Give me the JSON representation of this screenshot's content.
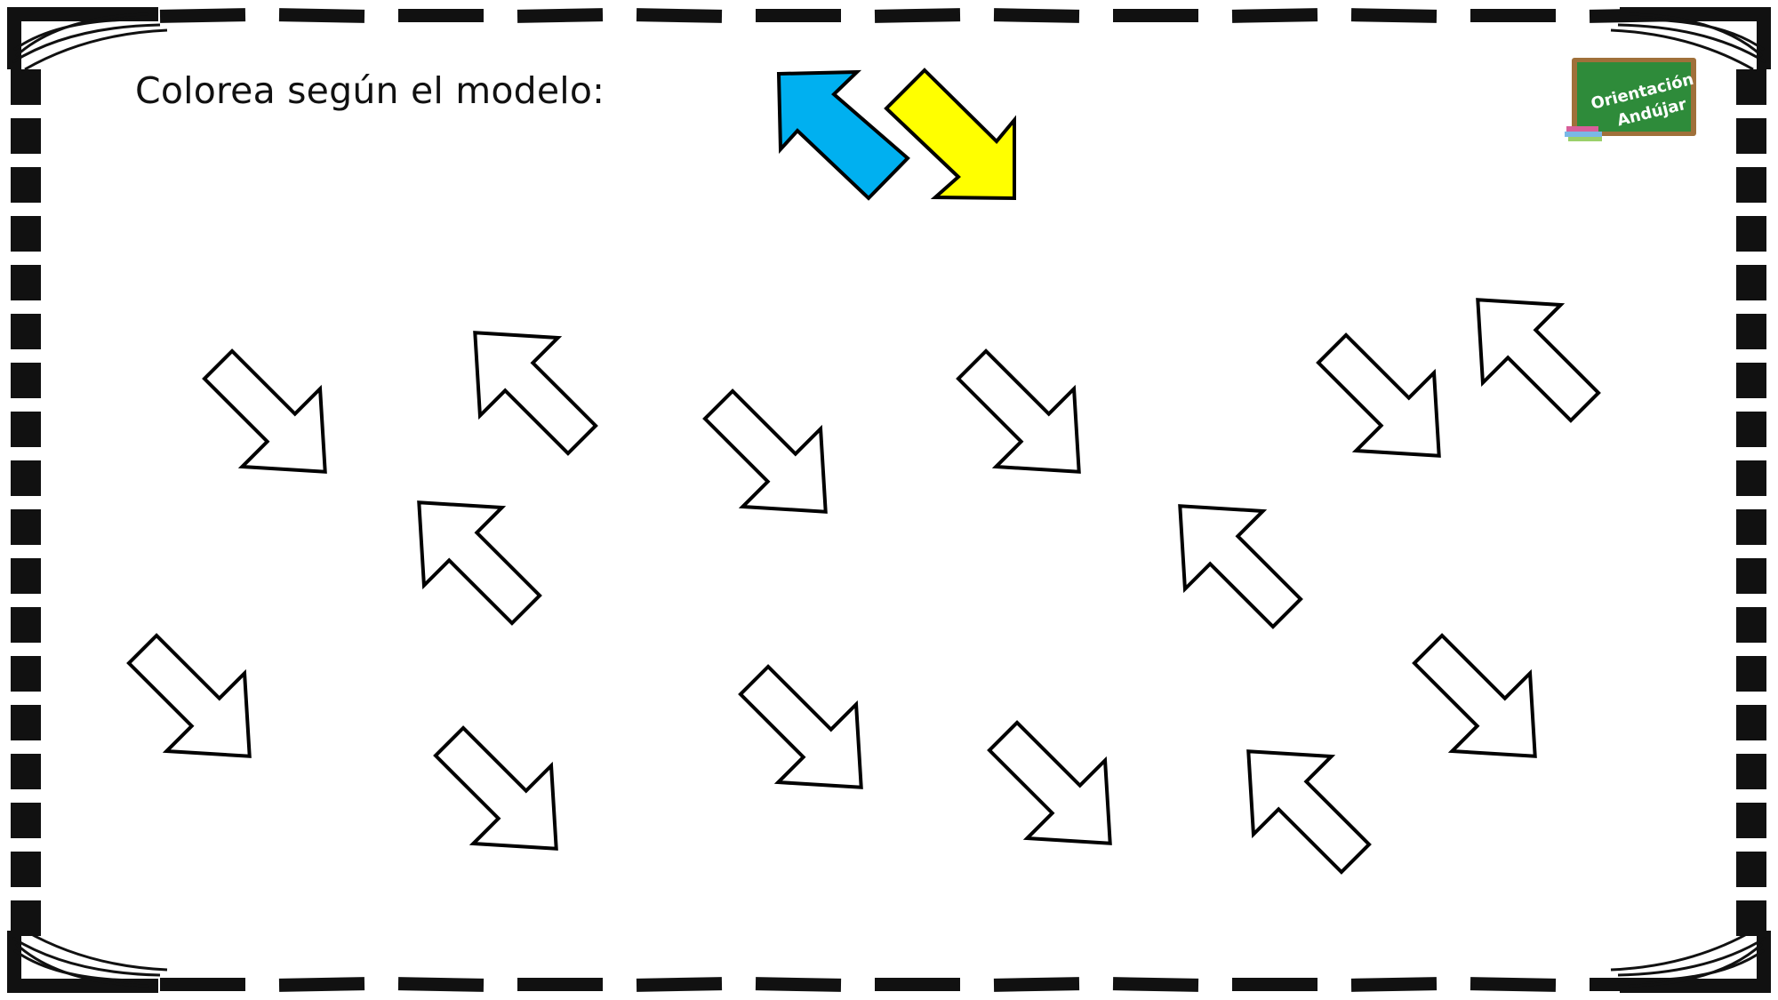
{
  "instruction": "Colorea según el modelo:",
  "logo": {
    "line1": "Orientación",
    "line2": "Andújar"
  },
  "icons": {
    "frame": "dashed-border-frame",
    "arrow": "diagonal-arrow-icon",
    "logo": "chalkboard-books-logo"
  },
  "colors": {
    "model_up_left": "#00b0f0",
    "model_down_right": "#ffff00",
    "outline": "#000000",
    "chalkboard": "#2e8b3a",
    "chalkboard_frame": "#b07a3a"
  },
  "model": [
    {
      "direction": "up-left",
      "color": "#00b0f0"
    },
    {
      "direction": "down-right",
      "color": "#ffff00"
    }
  ],
  "exercise_arrows": [
    {
      "direction": "down-right"
    },
    {
      "direction": "up-left"
    },
    {
      "direction": "down-right"
    },
    {
      "direction": "down-right"
    },
    {
      "direction": "down-right"
    },
    {
      "direction": "up-left"
    },
    {
      "direction": "up-left"
    },
    {
      "direction": "up-left"
    },
    {
      "direction": "down-right"
    },
    {
      "direction": "down-right"
    },
    {
      "direction": "down-right"
    },
    {
      "direction": "down-right"
    },
    {
      "direction": "down-right"
    },
    {
      "direction": "up-left"
    }
  ]
}
